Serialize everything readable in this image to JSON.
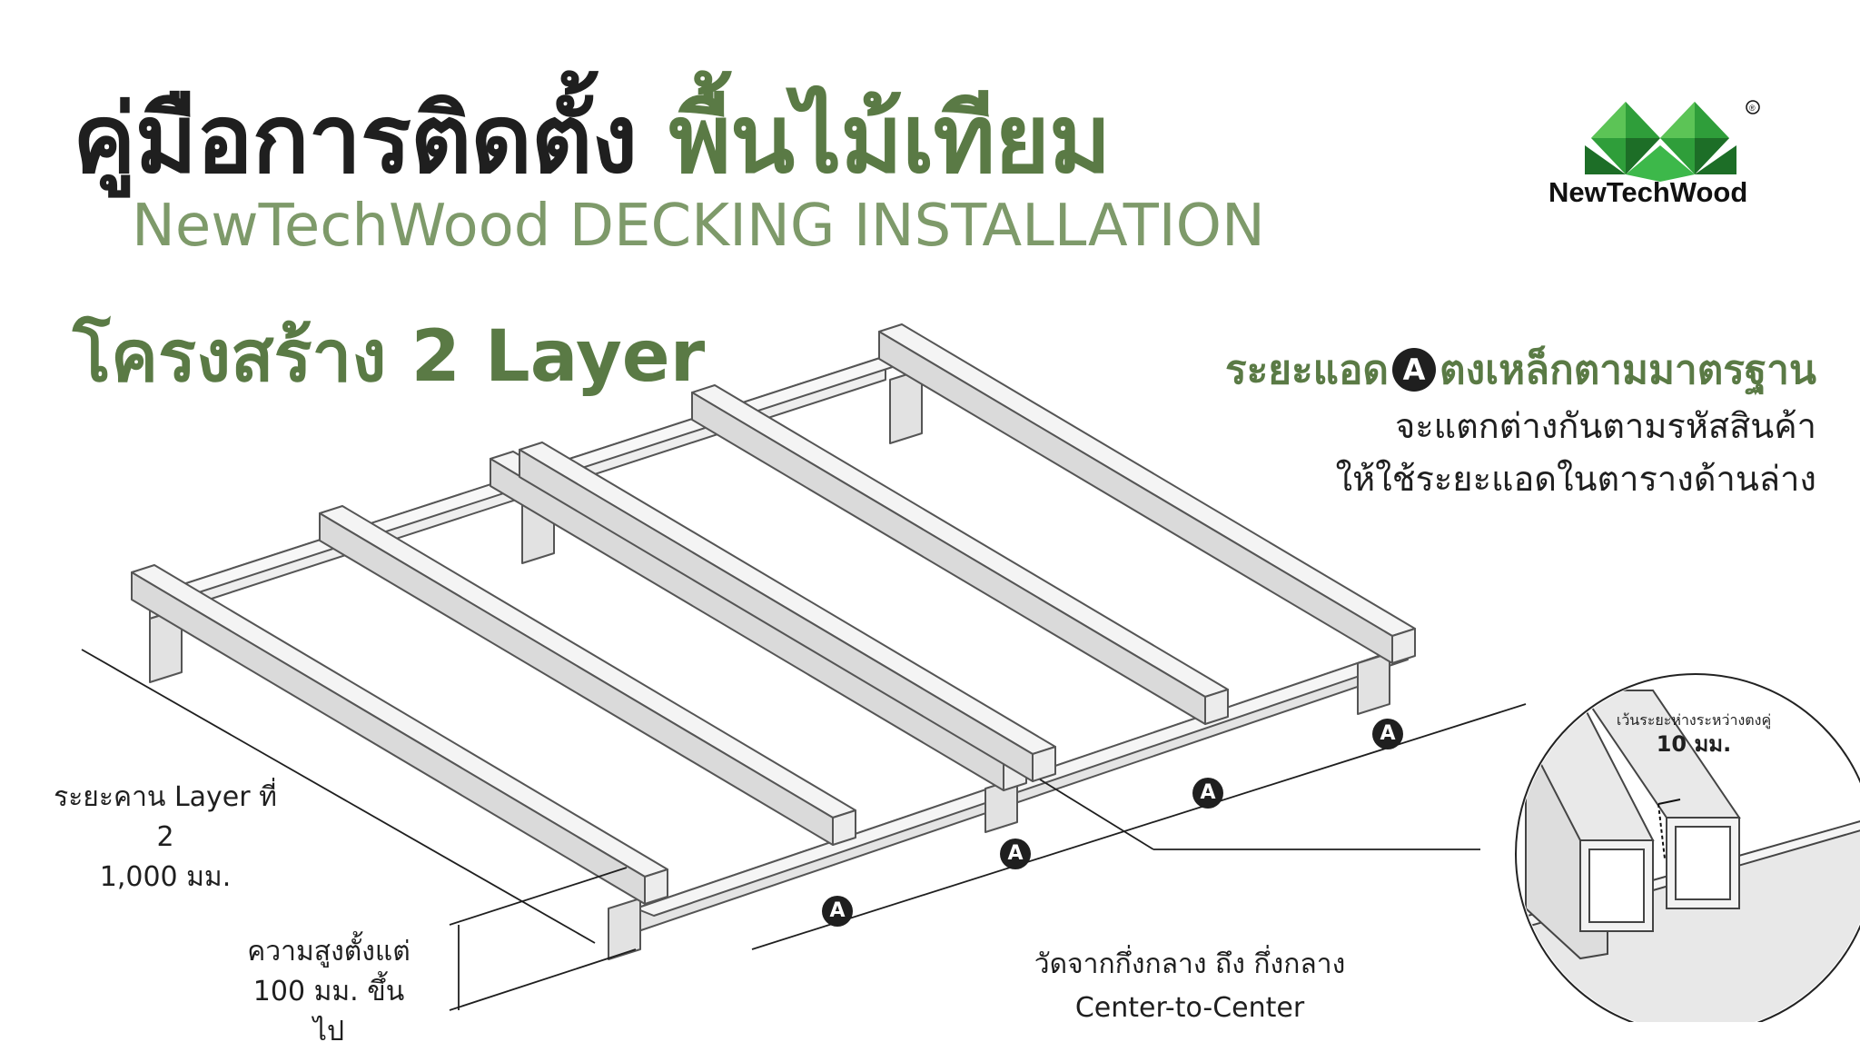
{
  "header": {
    "title_dark": "คู่มือการติดตั้ง",
    "title_green": "พื้นไม้เทียม",
    "subtitle_en": "NewTechWood DECKING INSTALLATION"
  },
  "logo": {
    "brand": "NewTechWood",
    "registered": "®",
    "icon": "pyramid-logo-icon"
  },
  "section": {
    "title": "โครงสร้าง 2 Layer"
  },
  "notes": {
    "line1_before": "ระยะแอด",
    "line1_badge": "A",
    "line1_after": "ตงเหล็กตามมาตรฐาน",
    "line2": "จะแตกต่างกันตามรหัสสินค้า",
    "line3": "ให้ใช้ระยะแอดในตารางด้านล่าง"
  },
  "labels": {
    "span_line1": "ระยะคาน Layer ที่ 2",
    "span_line2": "1,000 มม.",
    "height_line1": "ความสูงตั้งแต่",
    "height_line2": "100 มม. ขึ้นไป",
    "center_line1": "วัดจากกึ่งกลาง ถึง กึ่งกลาง",
    "center_line2": "Center-to-Center",
    "gap_line1": "เว้นระยะห่างระหว่างตงคู่",
    "gap_line2": "10 มม."
  },
  "markers": [
    "A",
    "A",
    "A",
    "A"
  ],
  "colors": {
    "green": "#5a7a45",
    "light_green": "#7e9a6a",
    "dark": "#1f1f1f",
    "steel": "#e6e6e6",
    "steel_edge": "#555555",
    "logo_green": "#2f9e3a"
  }
}
